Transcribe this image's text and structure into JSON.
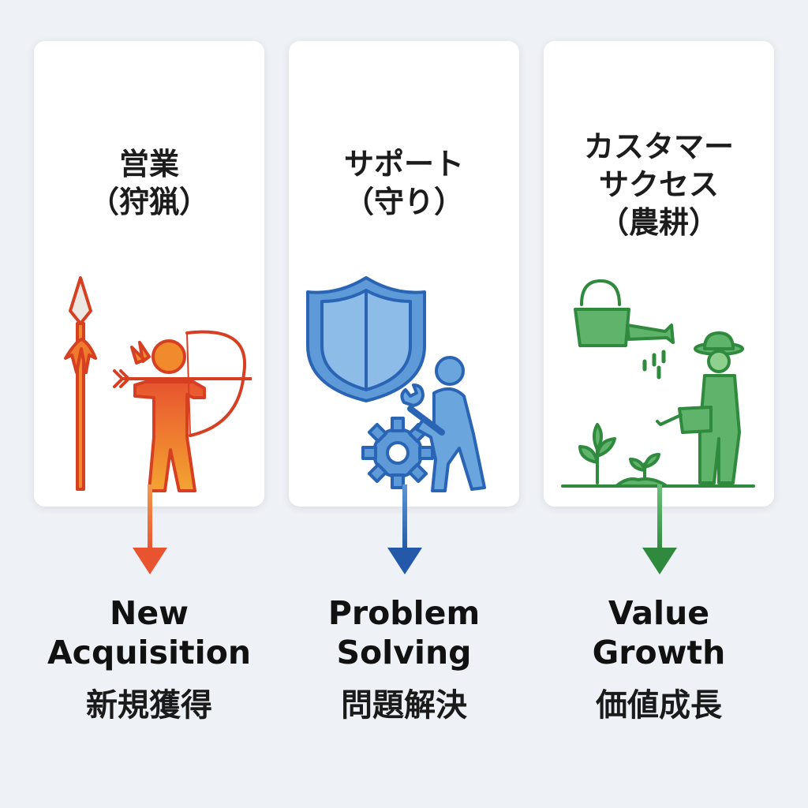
{
  "cards": [
    {
      "title_lines": [
        "営業",
        "（狩猟）"
      ],
      "icon": "hunter-archer-icon",
      "accent": "#e8542f",
      "label_en_lines": [
        "New",
        "Acquisition"
      ],
      "label_ja": "新規獲得"
    },
    {
      "title_lines": [
        "サポート",
        "（守り）"
      ],
      "icon": "shield-worker-gear-icon",
      "accent": "#2f6fc0",
      "label_en_lines": [
        "Problem",
        "Solving"
      ],
      "label_ja": "問題解決"
    },
    {
      "title_lines": [
        "カスタマー",
        "サクセス",
        "（農耕）"
      ],
      "icon": "farmer-watering-can-icon",
      "accent": "#2f9a47",
      "label_en_lines": [
        "Value",
        "Growth"
      ],
      "label_ja": "価値成長"
    }
  ]
}
